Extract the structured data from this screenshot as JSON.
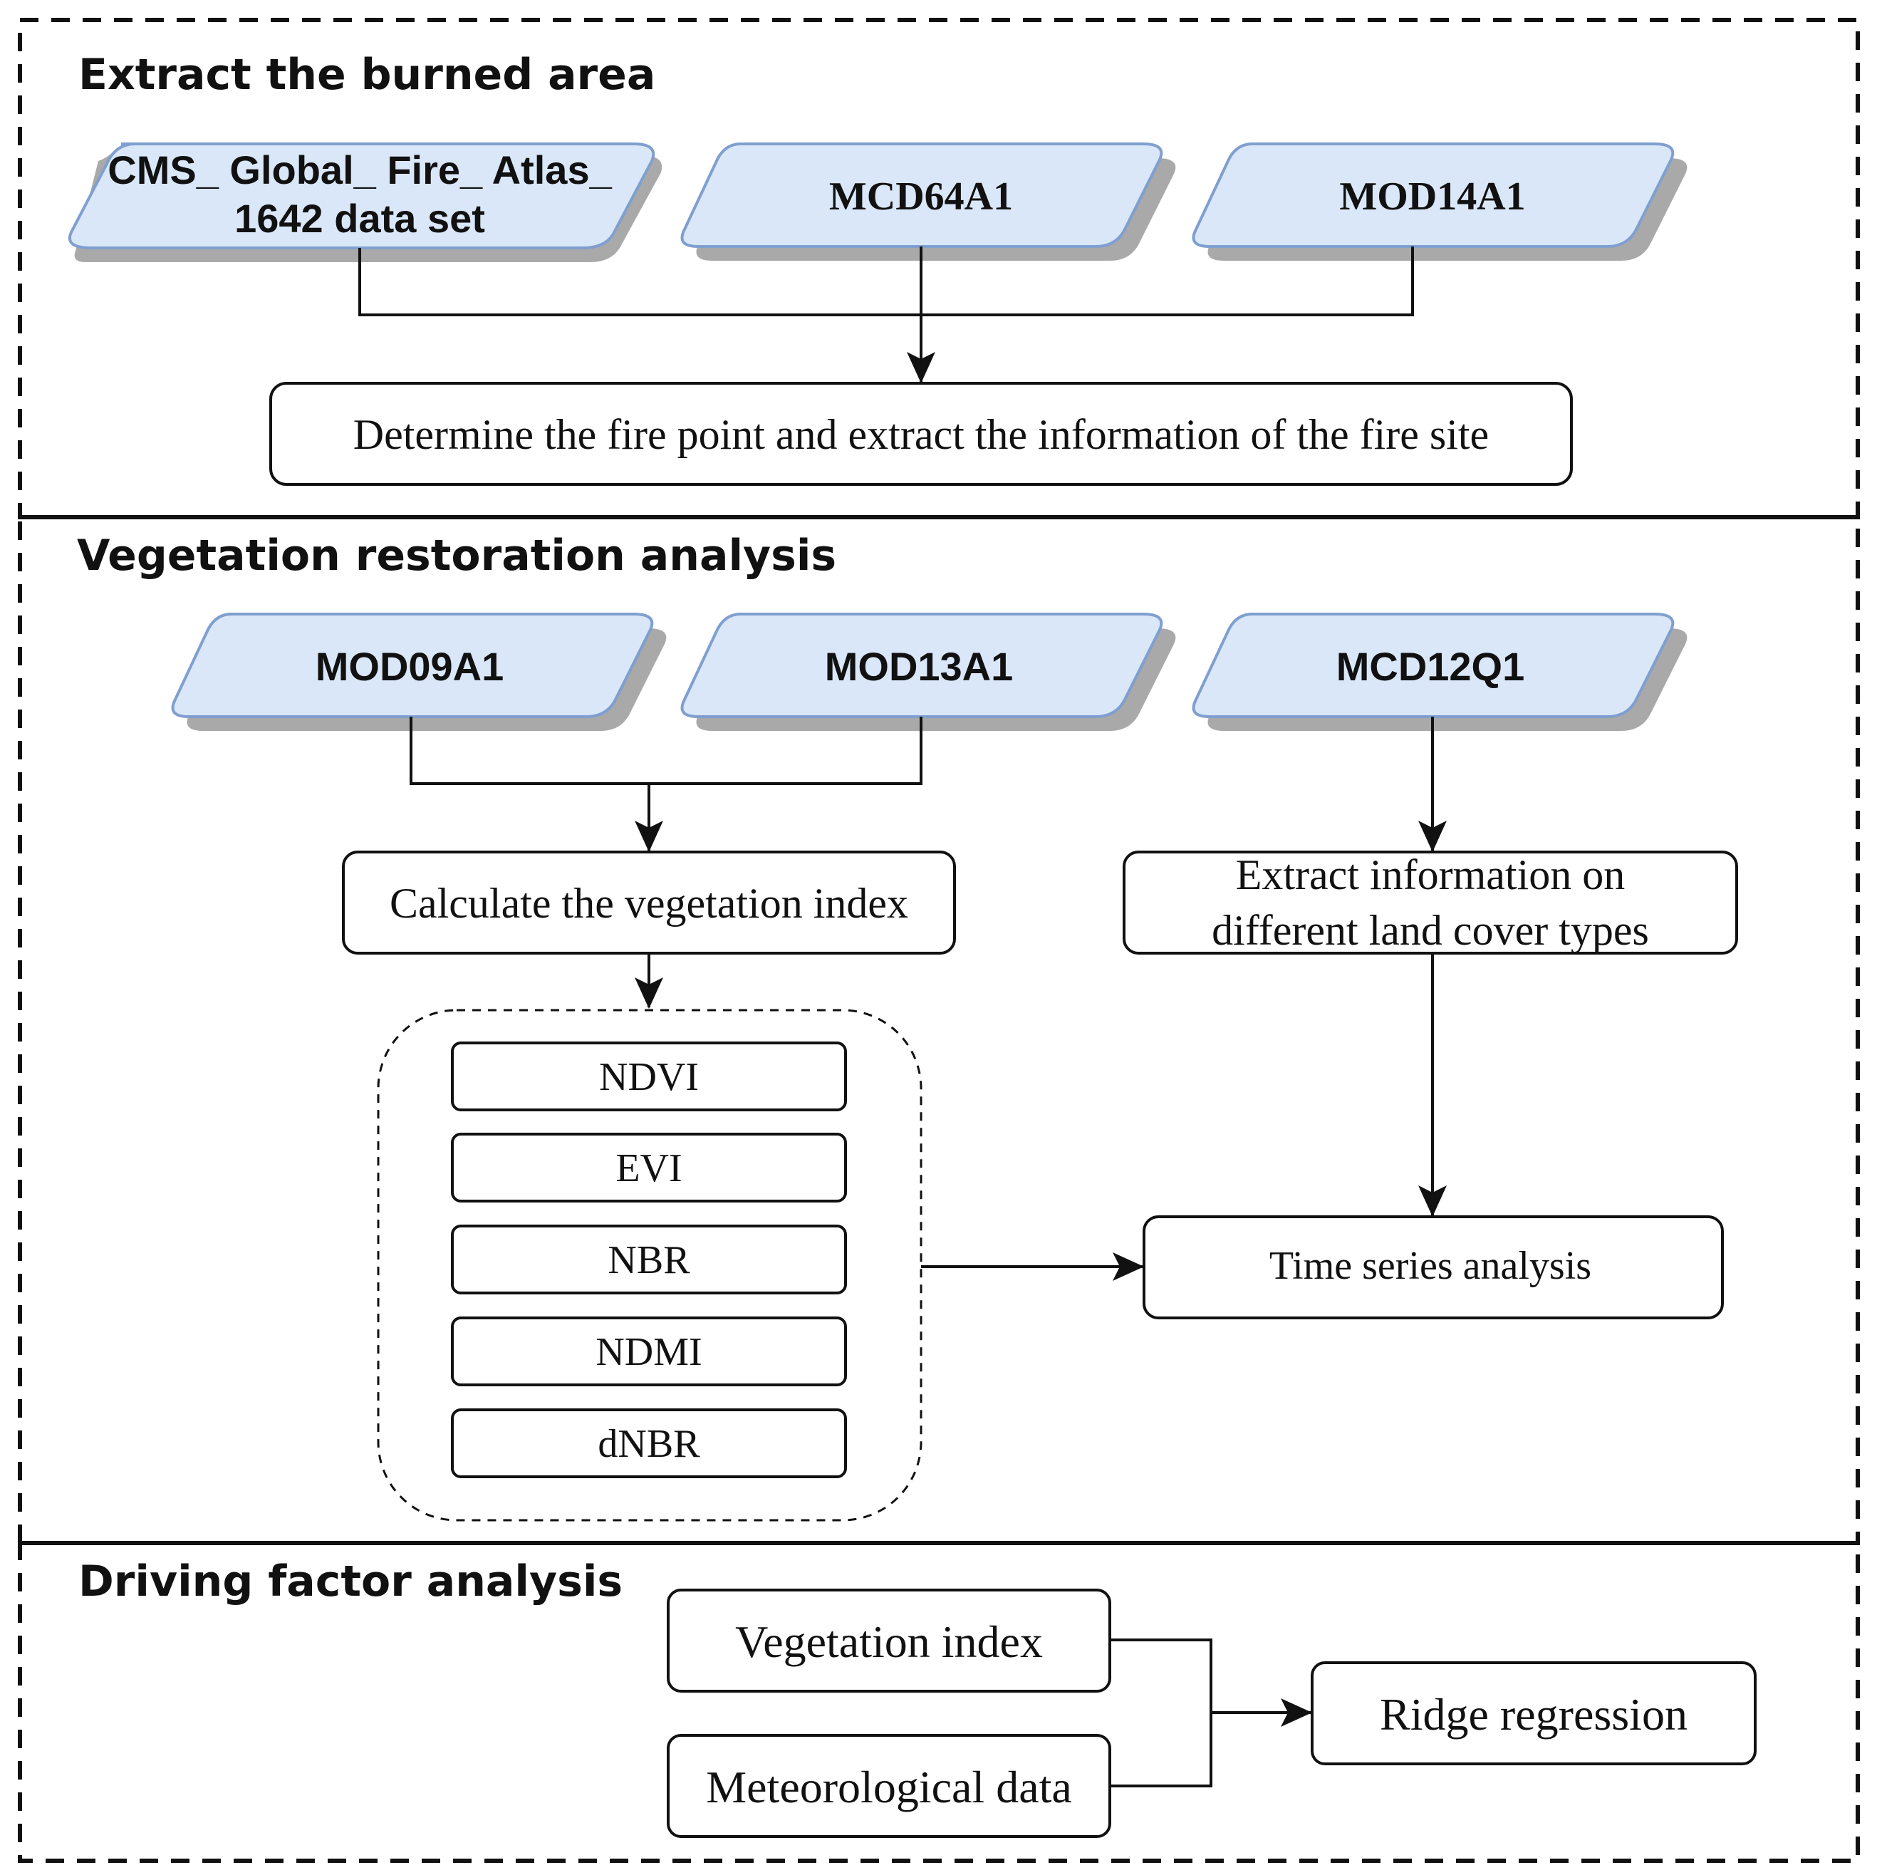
{
  "sections": {
    "extract": {
      "title": "Extract the burned area",
      "inputs": [
        {
          "line1": "CMS_ Global_ Fire_ Atlas_",
          "line2": "1642 data set"
        },
        {
          "label": "MCD64A1"
        },
        {
          "label": "MOD14A1"
        }
      ],
      "process": "Determine the fire point and extract the information of the fire site"
    },
    "vegetation": {
      "title": "Vegetation restoration analysis",
      "inputs": [
        "MOD09A1",
        "MOD13A1",
        "MCD12Q1"
      ],
      "calc": "Calculate the vegetation index",
      "landcover": {
        "line1": "Extract information on",
        "line2": "different land cover types"
      },
      "indices": [
        "NDVI",
        "EVI",
        "NBR",
        "NDMI",
        "dNBR"
      ],
      "timeseries": "Time series analysis"
    },
    "driving": {
      "title": "Driving factor analysis",
      "veg_index": "Vegetation index",
      "meteo": "Meteorological data",
      "ridge": "Ridge regression"
    }
  },
  "colors": {
    "data_fill": "#dae7f8",
    "data_stroke": "#7f9fcf",
    "line": "#111111"
  }
}
